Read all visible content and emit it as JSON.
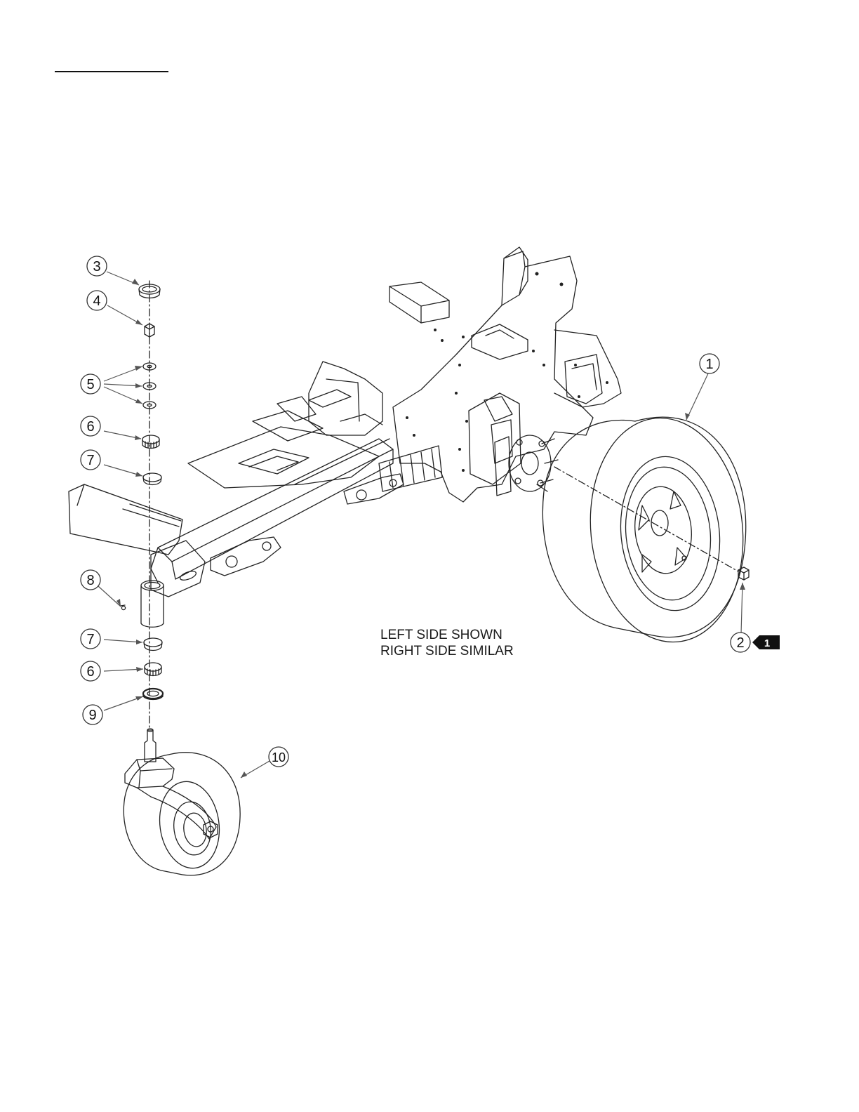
{
  "note": {
    "line1": "LEFT SIDE SHOWN",
    "line2": "RIGHT SIDE SIMILAR"
  },
  "callouts": {
    "c1": "1",
    "c2": "2",
    "c3": "3",
    "c4": "4",
    "c5": "5",
    "c6a": "6",
    "c7a": "7",
    "c8": "8",
    "c7b": "7",
    "c6b": "6",
    "c9": "9",
    "c10": "10"
  },
  "torque_badge": "1"
}
